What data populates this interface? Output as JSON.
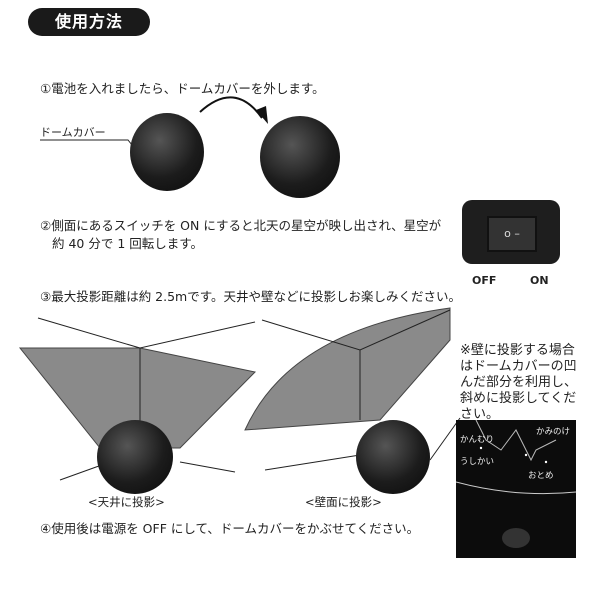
{
  "title": "使用方法",
  "steps": [
    "①電池を入れましたら、ドームカバーを外します。",
    "②側面にあるスイッチを ON にすると北天の星空が映し出され、星空が",
    "約 40 分で 1 回転します。",
    "③最大投影距離は約 2.5mです。天井や壁などに投影しお楽しみください。",
    "④使用後は電源を OFF にして、ドームカバーをかぶせてください。"
  ],
  "dome_label": "ドームカバー",
  "switch": {
    "off": "OFF",
    "on": "ON"
  },
  "ceiling_label": "<天井に投影>",
  "wall_label": "<壁面に投影>",
  "note": "※壁に投影する場合はドームカバーの凹んだ部分を利用し、斜めに投影してください。",
  "photo_labels": [
    "かんむり",
    "うしかい",
    "おとめ",
    "かみのけ"
  ]
}
